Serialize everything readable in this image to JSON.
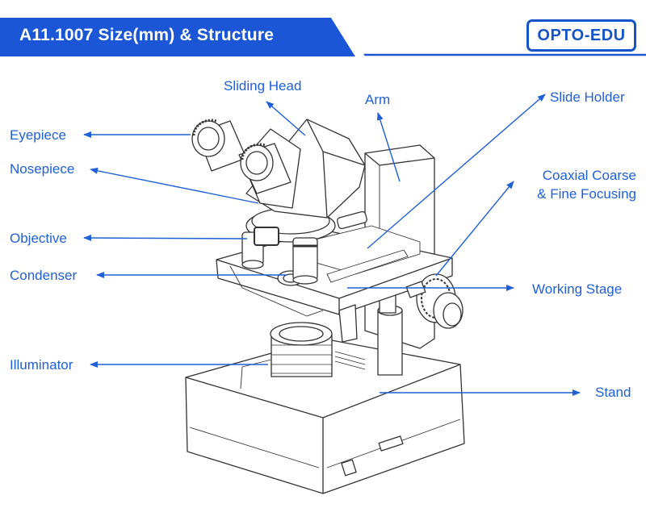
{
  "header": {
    "title": "A11.1007 Size(mm) & Structure",
    "bar_color": "#1a56d6",
    "accent_color": "#3b7cf0"
  },
  "brand": {
    "logo_text": "OPTO-EDU",
    "color": "#1554c8"
  },
  "label_color": "#1f60d6",
  "labels": {
    "sliding_head": "Sliding Head",
    "arm": "Arm",
    "slide_holder": "Slide Holder",
    "eyepiece": "Eyepiece",
    "nosepiece": "Nosepiece",
    "coaxial_line1": "Coaxial Coarse",
    "coaxial_line2": "& Fine Focusing",
    "objective": "Objective",
    "condenser": "Condenser",
    "working_stage": "Working Stage",
    "illuminator": "Illuminator",
    "stand": "Stand"
  }
}
